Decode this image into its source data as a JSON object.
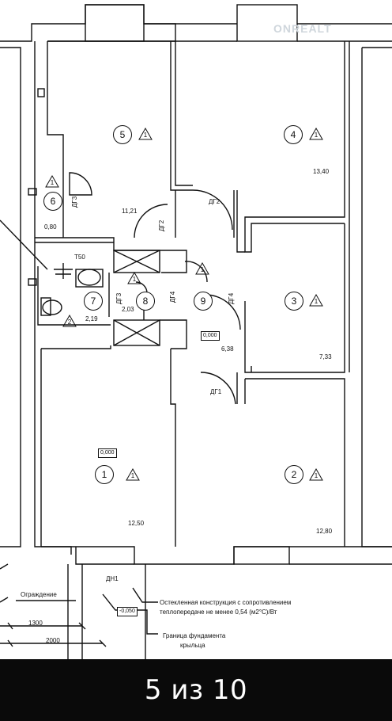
{
  "watermark": "ONREALT",
  "pager": "5 из 10",
  "rooms": [
    {
      "id": "room-1",
      "number": "1",
      "area": "12,50",
      "level": "0,000"
    },
    {
      "id": "room-2",
      "number": "2",
      "area": "12,80"
    },
    {
      "id": "room-3",
      "number": "3",
      "area": "7,33"
    },
    {
      "id": "room-4",
      "number": "4",
      "area": "13,40"
    },
    {
      "id": "room-5",
      "number": "5",
      "area": "11,21"
    },
    {
      "id": "room-6",
      "number": "6",
      "area": "0,80"
    },
    {
      "id": "room-7",
      "number": "7",
      "area": "2,19"
    },
    {
      "id": "room-8",
      "number": "8",
      "area": "2,03"
    },
    {
      "id": "room-9",
      "number": "9",
      "area": "6,38",
      "level": "0,000"
    }
  ],
  "triangle_marks": {
    "one": "1",
    "two": "2"
  },
  "door_labels": {
    "dg1": "ДГ1",
    "dg2": "ДГ2",
    "dg2b": "ДГ2",
    "dg3a": "ДГ3",
    "dg3b": "ДГ3",
    "dg4a": "ДГ4",
    "dg4b": "ДГ4",
    "dn1": "ДН1"
  },
  "fixture_label": "Т50",
  "outside_level": "-0,050",
  "notes": {
    "fence": "Ограждение",
    "glazing_line1": "Остекленная конструкция с сопротивлением",
    "glazing_line2": "теплопередаче не менее 0,54 (м2°С)/Вт",
    "foundation_line1": "Граница фундамента",
    "foundation_line2": "крыльца"
  },
  "dimensions": {
    "d1": "1300",
    "d2": "2000"
  }
}
